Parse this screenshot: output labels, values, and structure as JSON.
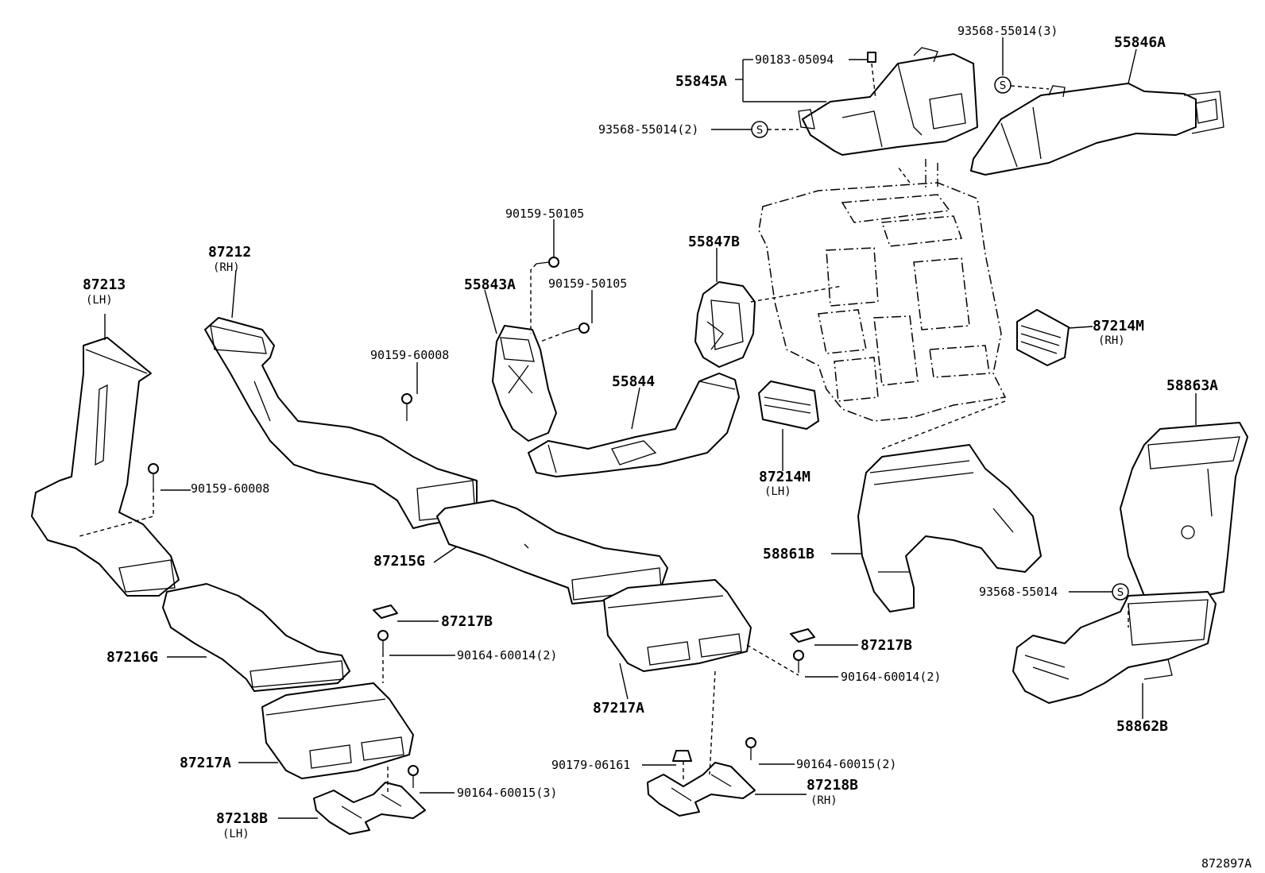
{
  "labels": {
    "p55845A": "55845A",
    "p90183": "90183-05094",
    "p93568_3": "93568-55014(3)",
    "p55846A": "55846A",
    "p93568_2": "93568-55014(2)",
    "p90159_50105a": "90159-50105",
    "p90159_50105b": "90159-50105",
    "p55843A": "55843A",
    "p55847B": "55847B",
    "p87212": "87212",
    "p87212_side": "(RH)",
    "p87213": "87213",
    "p87213_side": "(LH)",
    "p90159_60008a": "90159-60008",
    "p90159_60008b": "90159-60008",
    "p55844": "55844",
    "p87214M_rh": "87214M",
    "p87214M_rh_side": "(RH)",
    "p87214M_lh": "87214M",
    "p87214M_lh_side": "(LH)",
    "p58863A": "58863A",
    "p58861B": "58861B",
    "p87215G": "87215G",
    "p87217B_a": "87217B",
    "p87217B_b": "87217B",
    "p90164_60014_a": "90164-60014(2)",
    "p90164_60014_b": "90164-60014(2)",
    "p87216G": "87216G",
    "p93568_1": "93568-55014",
    "p87217A_a": "87217A",
    "p87217A_b": "87217A",
    "p58862B": "58862B",
    "p90179": "90179-06161",
    "p90164_60015_a": "90164-60015(2)",
    "p90164_60015_b": "90164-60015(3)",
    "p87218B_rh": "87218B",
    "p87218B_rh_side": "(RH)",
    "p87218B_lh": "87218B",
    "p87218B_lh_side": "(LH)",
    "drawing_no": "872897A"
  },
  "symbols": {
    "s1": "S",
    "s2": "S",
    "s3": "S"
  }
}
